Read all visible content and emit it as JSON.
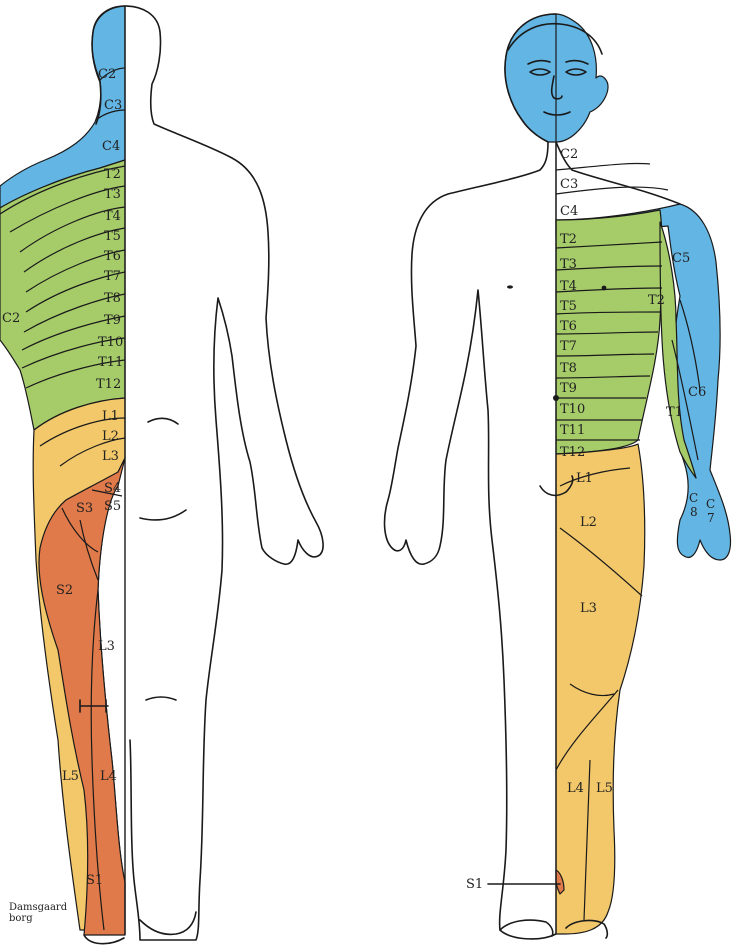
{
  "colors": {
    "cervical": "#63b5e3",
    "thoracic": "#a6cc6a",
    "lumbar": "#f2c86a",
    "sacral": "#e07a4a",
    "outline": "#1a1a1a",
    "background": "#ffffff"
  },
  "back_view": {
    "labels": {
      "c2": "C2",
      "c3": "C3",
      "c4": "C4",
      "t2": "T2",
      "t3": "T3",
      "t4": "T4",
      "t5": "T5",
      "t6": "T6",
      "t7": "T7",
      "t8": "T8",
      "t9": "T9",
      "t10": "T10",
      "t11": "T11",
      "t12": "T12",
      "edge_c2": "C2",
      "l1": "L1",
      "l2": "L2",
      "l3": "L3",
      "s4": "S4",
      "s5": "S5",
      "s3": "S3",
      "s2": "S2",
      "l3_leg": "L3",
      "l5": "L5",
      "l4": "L4",
      "s1": "S1"
    }
  },
  "front_view": {
    "labels": {
      "c2": "C2",
      "c3": "C3",
      "c4": "C4",
      "t2": "T2",
      "t3": "T3",
      "t4": "T4",
      "t5": "T5",
      "t6": "T6",
      "t7": "T7",
      "t8": "T8",
      "t9": "T9",
      "t10": "T10",
      "t11": "T11",
      "t12": "T12",
      "c5": "C5",
      "arm_t2": "T2",
      "c6": "C6",
      "t1": "T1",
      "c8_c": "C",
      "c8_n": "8",
      "c7_c": "C",
      "c7_n": "7",
      "l1": "L1",
      "l2": "L2",
      "l3": "L3",
      "l4": "L4",
      "l5": "L5",
      "s1": "S1"
    }
  },
  "credit": {
    "line1": "Damsgaard",
    "line2": "borg"
  }
}
